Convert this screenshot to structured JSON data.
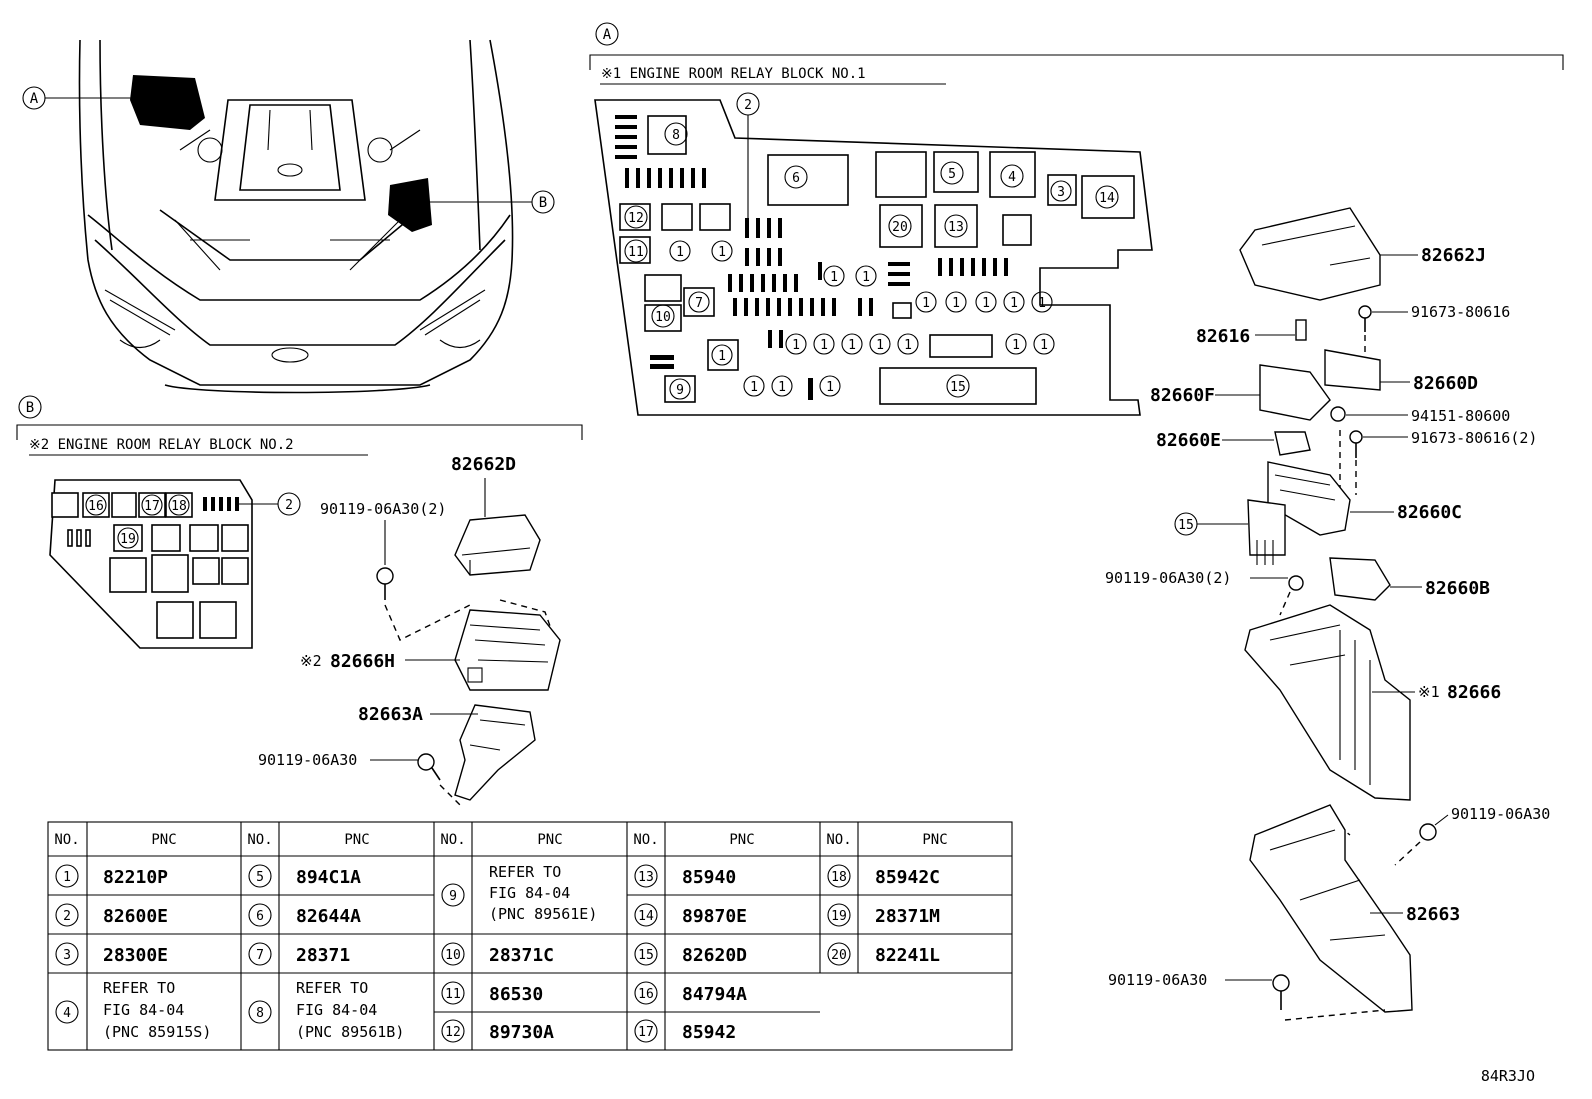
{
  "diagram_id": "84R3JO",
  "section_a": {
    "marker": "A",
    "title": "※1 ENGINE ROOM RELAY BLOCK NO.1"
  },
  "section_b": {
    "marker": "B",
    "title": "※2 ENGINE ROOM RELAY BLOCK NO.2"
  },
  "overview": {
    "marker_a": "A",
    "marker_b": "B"
  },
  "block1_numbers": {
    "n1": "1",
    "n2": "2",
    "n3": "3",
    "n4": "4",
    "n5": "5",
    "n6": "6",
    "n7": "7",
    "n8": "8",
    "n9": "9",
    "n10": "10",
    "n11": "11",
    "n12": "12",
    "n13": "13",
    "n14": "14",
    "n15": "15",
    "n20": "20"
  },
  "block2_numbers": {
    "n16": "16",
    "n17": "17",
    "n18": "18",
    "n19": "19",
    "n2": "2"
  },
  "callouts": {
    "p82662D": "82662D",
    "p90119_06A30_2_left": "90119-06A30(2)",
    "p82666H_mark": "※2",
    "p82666H": "82666H",
    "p82663A": "82663A",
    "p90119_06A30_left": "90119-06A30",
    "p82662J": "82662J",
    "p91673_80616": "91673-80616",
    "p82616": "82616",
    "p82660D": "82660D",
    "p82660F": "82660F",
    "p94151_80600": "94151-80600",
    "p82660E": "82660E",
    "p91673_80616_2": "91673-80616(2)",
    "p15": "15",
    "p82660C": "82660C",
    "p90119_06A30_2_right": "90119-06A30(2)",
    "p82660B": "82660B",
    "p82666_mark": "※1",
    "p82666": "82666",
    "p90119_06A30_right1": "90119-06A30",
    "p82663": "82663",
    "p90119_06A30_right2": "90119-06A30"
  },
  "table": {
    "header_no": "NO.",
    "header_pnc": "PNC",
    "cols": [
      [
        {
          "no": "1",
          "pnc": "82210P"
        },
        {
          "no": "2",
          "pnc": "82600E"
        },
        {
          "no": "3",
          "pnc": "28300E"
        },
        {
          "no": "4",
          "pnc": "REFER TO",
          "pnc2": "FIG 84-04",
          "pnc3": "(PNC 85915S)"
        }
      ],
      [
        {
          "no": "5",
          "pnc": "894C1A"
        },
        {
          "no": "6",
          "pnc": "82644A"
        },
        {
          "no": "7",
          "pnc": "28371"
        },
        {
          "no": "8",
          "pnc": "REFER TO",
          "pnc2": "FIG 84-04",
          "pnc3": "(PNC 89561B)"
        }
      ],
      [
        {
          "no": "9",
          "pnc": "REFER TO",
          "pnc2": "FIG 84-04",
          "pnc3": "(PNC 89561E)"
        },
        {
          "no": "10",
          "pnc": "28371C"
        },
        {
          "no": "11",
          "pnc": "86530"
        },
        {
          "no": "12",
          "pnc": "89730A"
        }
      ],
      [
        {
          "no": "13",
          "pnc": "85940"
        },
        {
          "no": "14",
          "pnc": "89870E"
        },
        {
          "no": "15",
          "pnc": "82620D"
        },
        {
          "no": "16",
          "pnc": "84794A"
        },
        {
          "no": "17",
          "pnc": "85942"
        }
      ],
      [
        {
          "no": "18",
          "pnc": "85942C"
        },
        {
          "no": "19",
          "pnc": "28371M"
        },
        {
          "no": "20",
          "pnc": "82241L"
        }
      ]
    ]
  }
}
